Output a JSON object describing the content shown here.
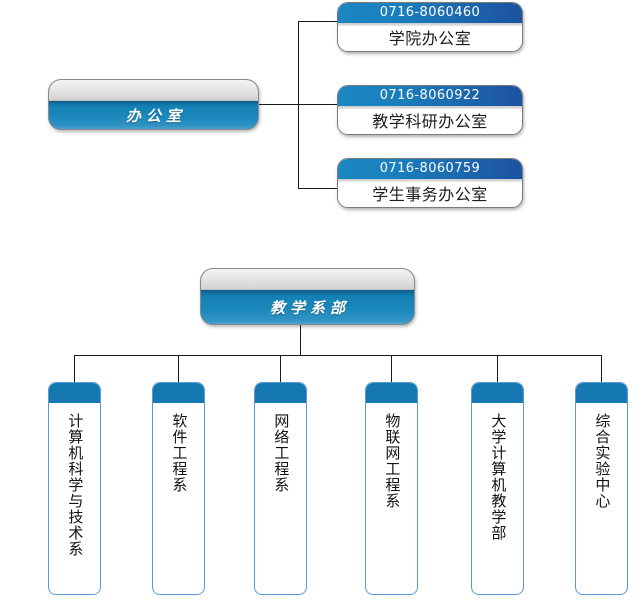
{
  "chart_title": "",
  "colors": {
    "header_blue_left": "#1a86c2",
    "header_blue_right": "#1c52a0",
    "pill_blue": "#1a87bb",
    "dept_cap_blue": "#1578b0",
    "dept_border_blue": "#5b9bd5",
    "connector": "#1a1a1a",
    "card_text": "#1d1d1d",
    "pill_text": "#ffffff"
  },
  "office_group": {
    "root": {
      "label": "办公室"
    },
    "children": [
      {
        "phone": "0716-8060460",
        "name": "学院办公室"
      },
      {
        "phone": "0716-8060922",
        "name": "教学科研办公室"
      },
      {
        "phone": "0716-8060759",
        "name": "学生事务办公室"
      }
    ]
  },
  "teaching_group": {
    "root": {
      "label": "教学系部"
    },
    "departments": [
      {
        "name": "计算机科学与技术系"
      },
      {
        "name": "软件工程系"
      },
      {
        "name": "网络工程系"
      },
      {
        "name": "物联网工程系"
      },
      {
        "name": "大学计算机教学部"
      },
      {
        "name": "综合实验中心"
      }
    ]
  }
}
